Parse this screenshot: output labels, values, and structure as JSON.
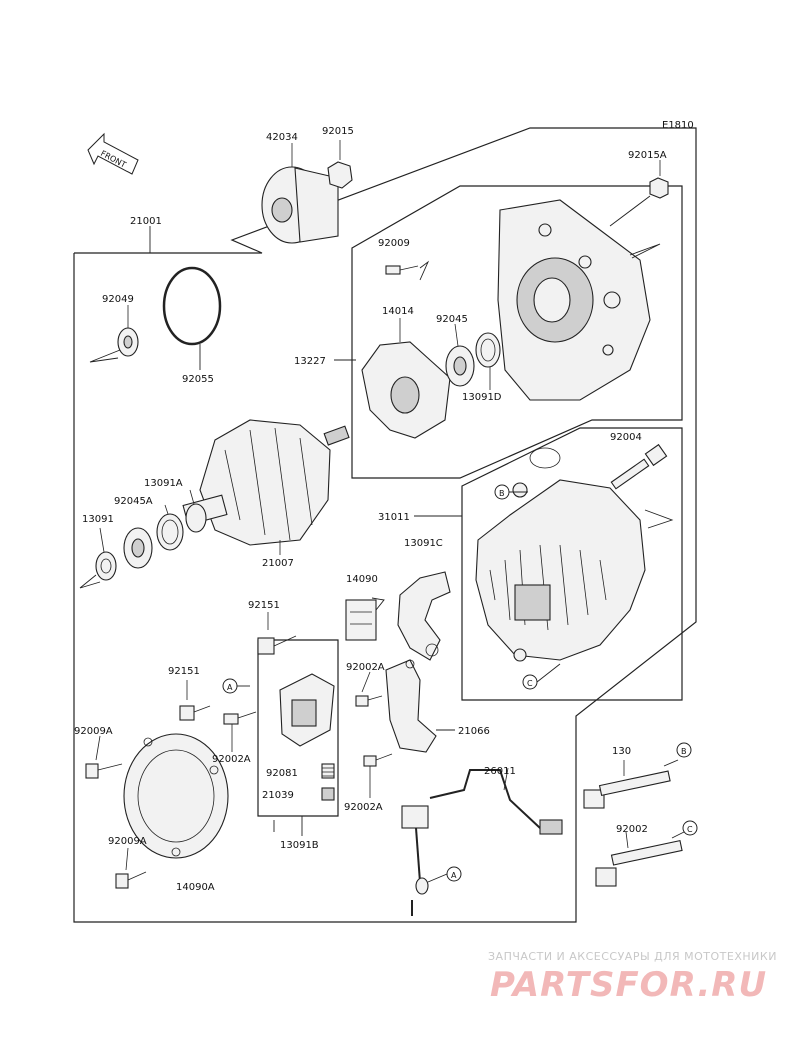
{
  "diagram_code": "E1810",
  "front_label": "FRONT",
  "callouts": {
    "c42034": "42034",
    "c92015": "92015",
    "c92015A": "92015A",
    "c21001": "21001",
    "c92009": "92009",
    "c92049": "92049",
    "c14014": "14014",
    "c92045": "92045",
    "c92055": "92055",
    "c13227": "13227",
    "c13091D": "13091D",
    "c92004": "92004",
    "c13091A": "13091A",
    "c92045A": "92045A",
    "c31011": "31011",
    "c13091": "13091",
    "c13091C": "13091C",
    "c21007": "21007",
    "c14090": "14090",
    "c92151a": "92151",
    "c92151b": "92151",
    "c92002A_1": "92002A",
    "c21066": "21066",
    "c92009A_1": "92009A",
    "c92002A_2": "92002A",
    "c130": "130",
    "c92081": "92081",
    "c26011": "26011",
    "c21039": "21039",
    "c92002A_3": "92002A",
    "c92002": "92002",
    "c13091B": "13091B",
    "c92009A_2": "92009A",
    "c14090A": "14090A"
  },
  "ref_markers": {
    "b1": "B",
    "c1": "C",
    "a1": "A",
    "b2": "B",
    "c2": "C",
    "a2": "A"
  },
  "watermark": {
    "tagline": "ЗАПЧАСТИ И АКСЕССУАРЫ ДЛЯ МОТОТЕХНИКИ",
    "logo": "PARTSFOR.RU"
  }
}
